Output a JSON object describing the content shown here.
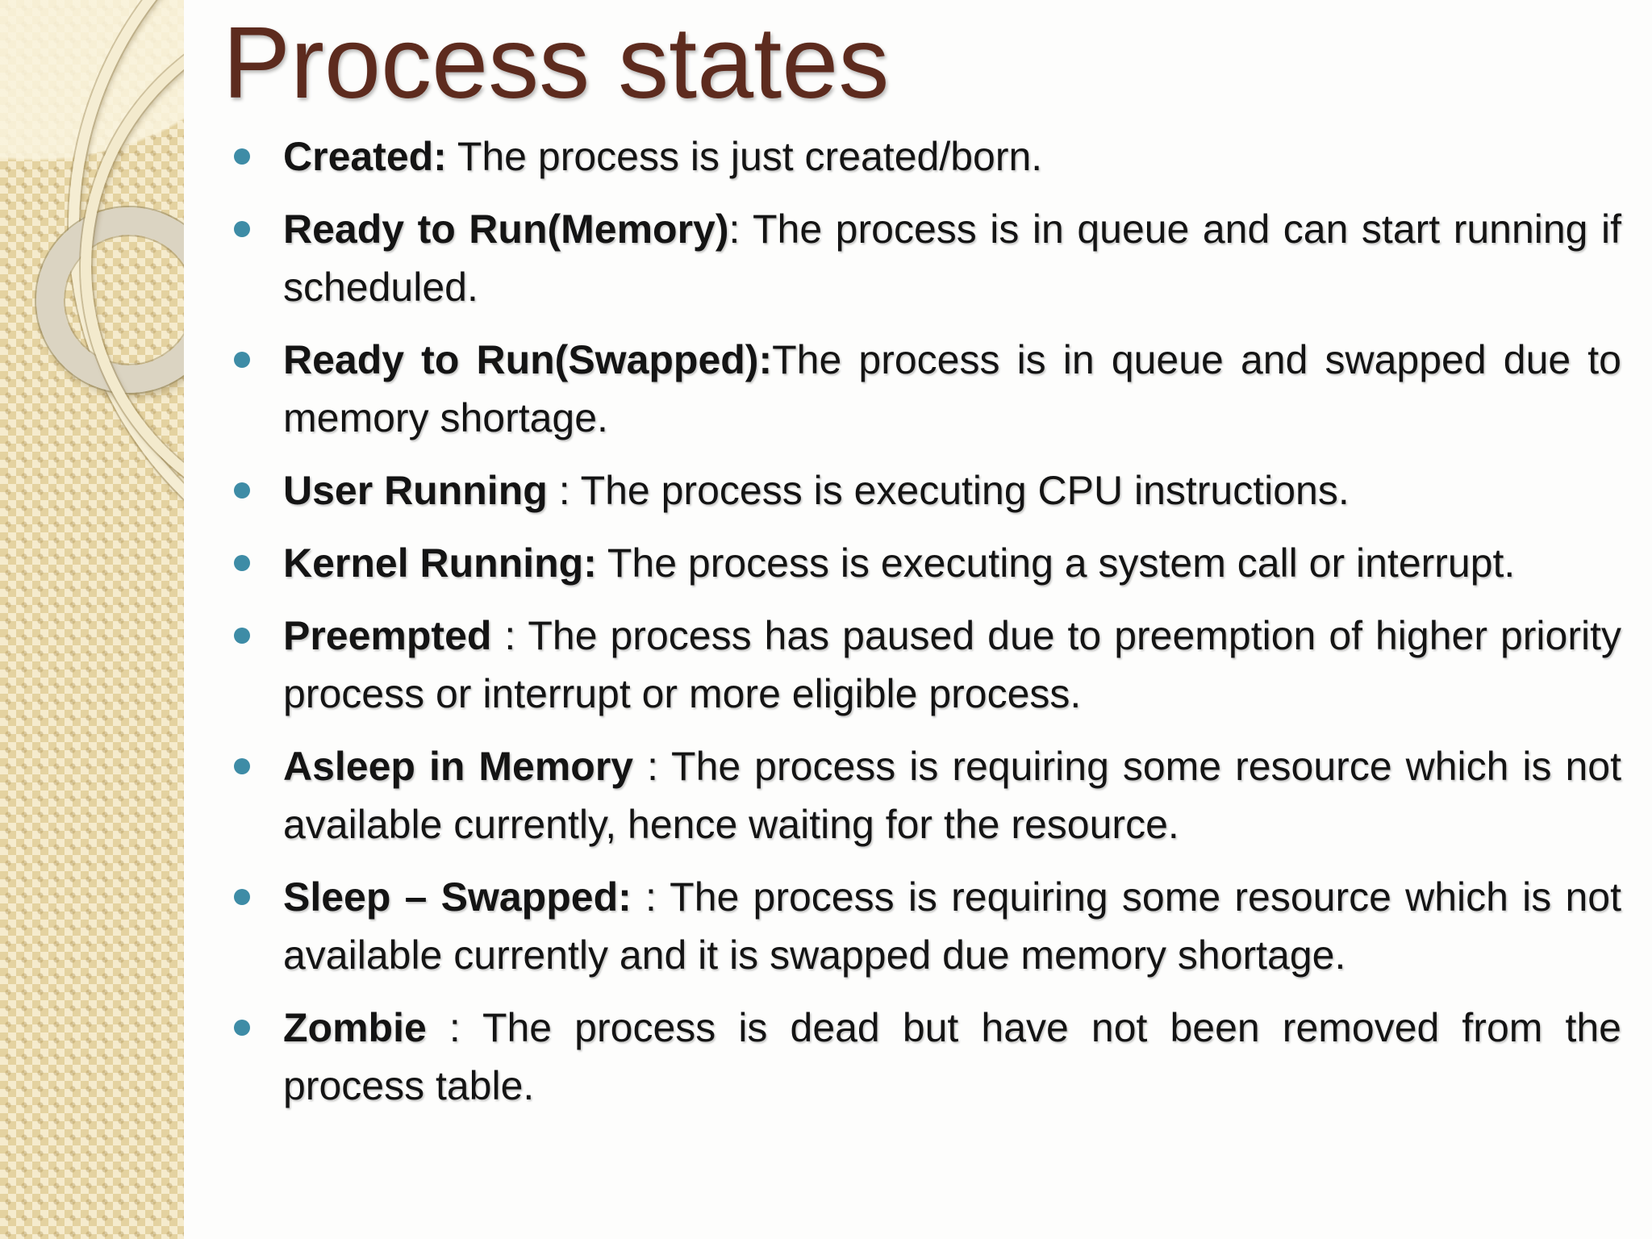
{
  "slide": {
    "title": "Process states",
    "bullets": [
      {
        "term": "Created:",
        "rest": " The process is just created/born."
      },
      {
        "term": "Ready to Run(Memory)",
        "rest": ": The process is in queue and can start running if scheduled."
      },
      {
        "term": "Ready to Run(Swapped):",
        "rest": "The process is in queue and swapped due to memory shortage."
      },
      {
        "term": "User Running",
        "rest": " : The process is executing CPU instructions."
      },
      {
        "term": "Kernel Running:",
        "rest": " The process is executing a system call or interrupt."
      },
      {
        "term": "Preempted",
        "rest": " : The process has paused due to preemption of higher priority process or interrupt or more eligible process."
      },
      {
        "term": "Asleep in Memory",
        "rest": " : The process is requiring some resource which is not available currently, hence waiting for the resource."
      },
      {
        "term": "Sleep – Swapped:",
        "rest": " : The process is requiring some resource which is not available currently and it is swapped due memory shortage."
      },
      {
        "term": "Zombie",
        "rest": " : The process is dead but have not been removed from the process table."
      }
    ],
    "colors": {
      "title_text": "#5d2b1e",
      "body_text": "#141414",
      "bullet_marker": "#3e8ca6",
      "sidebar_base": "#e8d8a6",
      "content_background": "#fdfdfc"
    }
  }
}
